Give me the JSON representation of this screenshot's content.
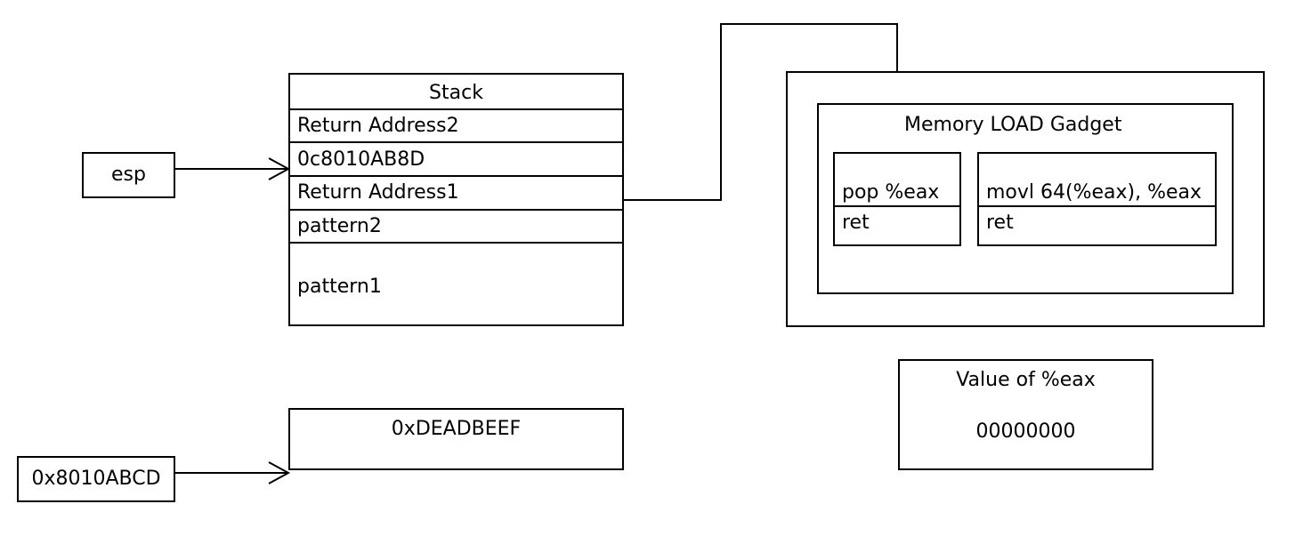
{
  "esp_label": "esp",
  "address_label": "0x8010ABCD",
  "stack": {
    "title": "Stack",
    "rows": [
      "Return Address2",
      "0c8010AB8D",
      "Return Address1",
      "pattern2",
      "pattern1"
    ]
  },
  "memory_value": "0xDEADBEEF",
  "gadget": {
    "title": "Memory LOAD Gadget",
    "left": {
      "instr": "pop %eax",
      "ret": "ret"
    },
    "right": {
      "instr": "movl 64(%eax), %eax",
      "ret": "ret"
    }
  },
  "eax": {
    "title": "Value of %eax",
    "value": "00000000"
  }
}
